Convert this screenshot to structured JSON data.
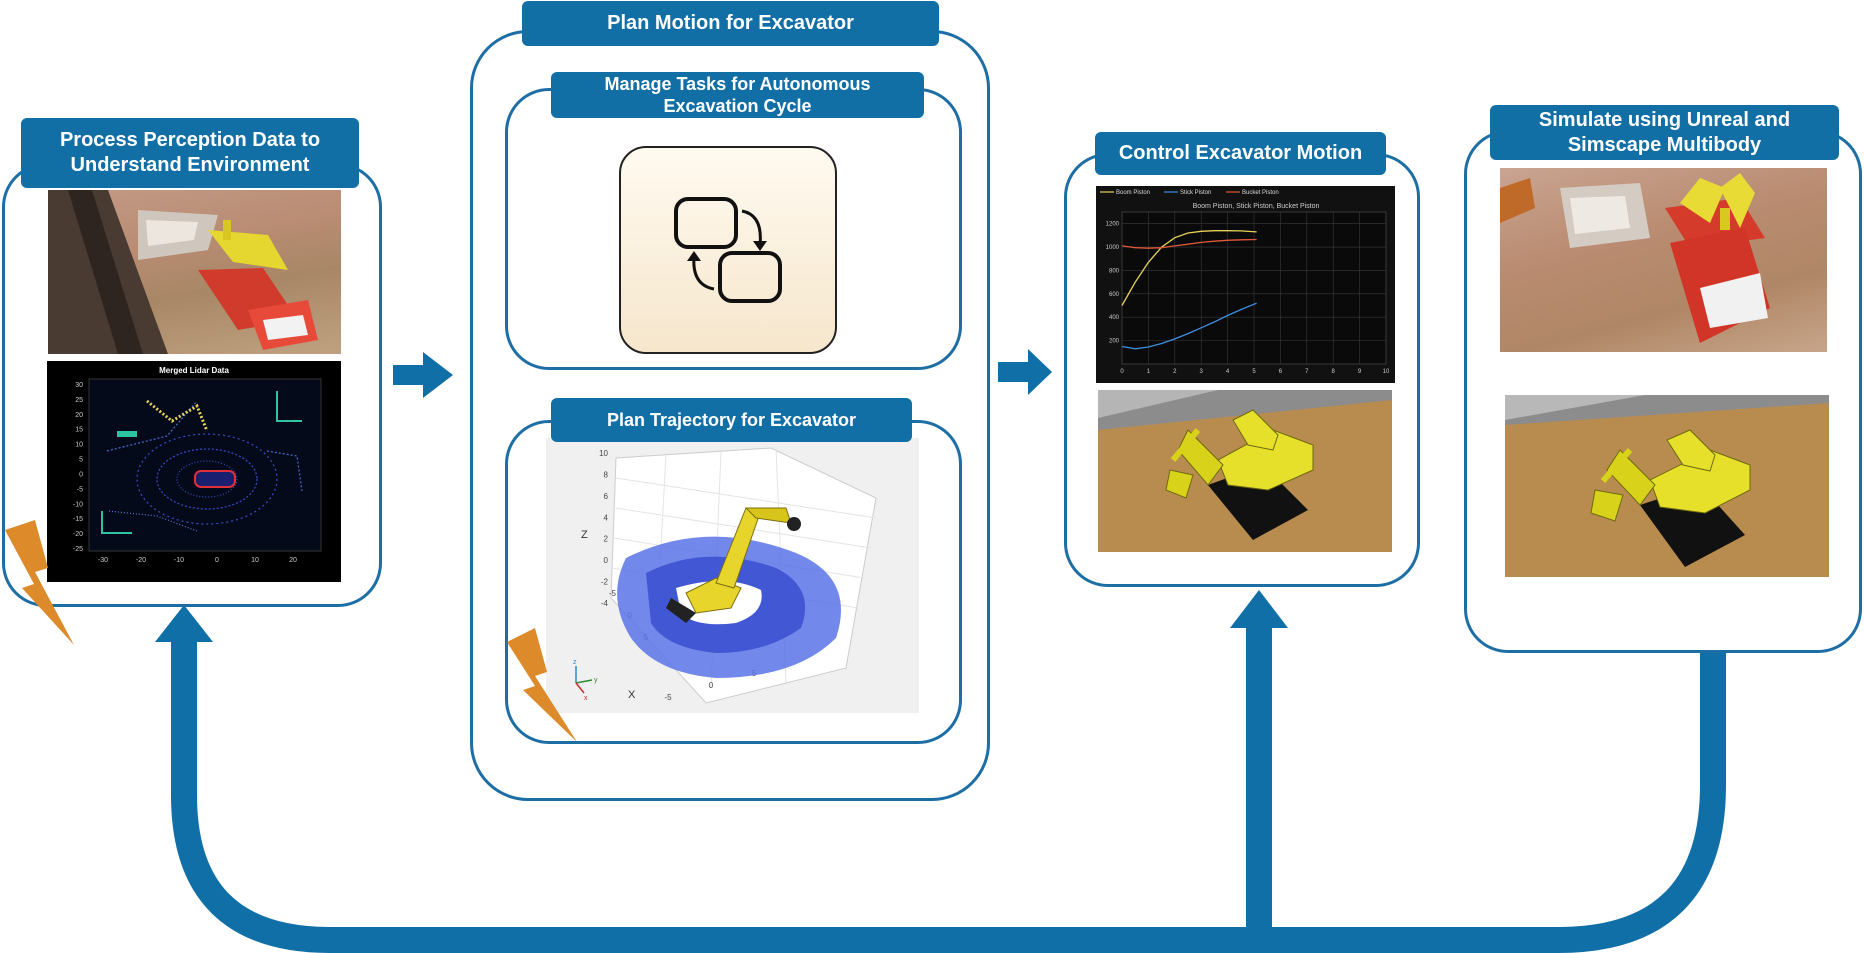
{
  "stages": {
    "perception": {
      "title": "Process Perception Data to Understand Environment"
    },
    "plan": {
      "title": "Plan Motion for Excavator",
      "manage": {
        "title": "Manage Tasks for Autonomous Excavation Cycle"
      },
      "trajectory": {
        "title": "Plan Trajectory for Excavator"
      }
    },
    "control": {
      "title": "Control Excavator Motion"
    },
    "simulate": {
      "title": "Simulate using Unreal and Simscape Multibody"
    }
  },
  "lidar_plot": {
    "title": "Merged Lidar Data",
    "y_ticks": [
      "30",
      "25",
      "20",
      "15",
      "10",
      "5",
      "0",
      "-5",
      "-10",
      "-15",
      "-20",
      "-25"
    ],
    "x_ticks": [
      "-30",
      "-20",
      "-10",
      "0",
      "10",
      "20"
    ]
  },
  "trajectory_plot": {
    "z_label": "Z",
    "x_label": "X",
    "z_ticks": [
      "10",
      "8",
      "6",
      "4",
      "2",
      "0",
      "-2",
      "-4"
    ],
    "x_ticks": [
      "-5",
      "0",
      "5"
    ],
    "y_ticks": [
      "-5",
      "0",
      "5"
    ],
    "triad": [
      "z",
      "y",
      "x"
    ]
  },
  "piston_chart": {
    "legend": [
      "Boom Piston",
      "Stick Piston",
      "Bucket Piston"
    ],
    "title": "Boom Piston, Stick Piston, Bucket Piston",
    "y_ticks": [
      "1200",
      "1000",
      "800",
      "600",
      "400",
      "200"
    ],
    "x_ticks": [
      "0",
      "1",
      "2",
      "3",
      "4",
      "5",
      "6",
      "7",
      "8",
      "9",
      "10"
    ]
  },
  "colors": {
    "accent": "#126fa6",
    "panel_border": "#1d6ea5",
    "flow_arrow": "#0f6fa6",
    "lightning": "#dd8a2a",
    "boom": "#e8d35a",
    "stick": "#3f8fe0",
    "bucket": "#e0583a"
  },
  "chart_data": {
    "type": "line",
    "title": "Boom Piston, Stick Piston, Bucket Piston",
    "xlabel": "",
    "ylabel": "",
    "xlim": [
      0,
      10
    ],
    "ylim": [
      0,
      1300
    ],
    "grid": true,
    "legend": "top-left",
    "series": [
      {
        "name": "Boom Piston",
        "x": [
          0,
          0.5,
          1,
          1.5,
          2,
          2.5,
          3,
          3.5,
          4,
          4.5,
          5.1
        ],
        "values": [
          500,
          700,
          870,
          1000,
          1080,
          1120,
          1135,
          1140,
          1140,
          1138,
          1130
        ]
      },
      {
        "name": "Stick Piston",
        "x": [
          0,
          0.5,
          1,
          1.5,
          2,
          2.5,
          3,
          3.5,
          4,
          4.5,
          5.1
        ],
        "values": [
          150,
          130,
          145,
          175,
          215,
          260,
          310,
          360,
          415,
          465,
          520
        ]
      },
      {
        "name": "Bucket Piston",
        "x": [
          0,
          0.5,
          1,
          1.5,
          2,
          2.5,
          3,
          3.5,
          4,
          4.5,
          5.1
        ],
        "values": [
          1010,
          995,
          990,
          995,
          1010,
          1025,
          1040,
          1050,
          1058,
          1062,
          1065
        ]
      }
    ]
  }
}
